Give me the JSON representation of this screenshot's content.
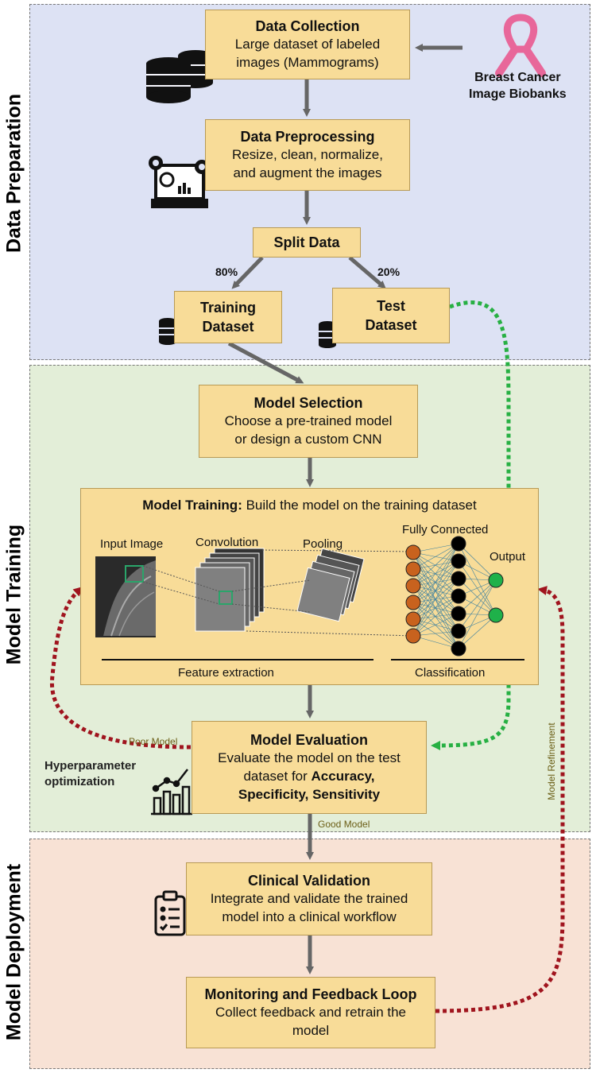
{
  "sections": {
    "data_preparation": "Data Preparation",
    "model_training": "Model Training",
    "model_deployment": "Model Deployment"
  },
  "boxes": {
    "data_collection": {
      "title": "Data Collection",
      "line1": "Large dataset of labeled",
      "line2": "images (Mammograms)"
    },
    "data_preprocessing": {
      "title": "Data Preprocessing",
      "line1": "Resize, clean, normalize,",
      "line2": "and augment the images"
    },
    "split_data": {
      "title": "Split Data"
    },
    "training_dataset": {
      "line1": "Training",
      "line2": "Dataset"
    },
    "test_dataset": {
      "line1": "Test",
      "line2": "Dataset"
    },
    "model_selection": {
      "title": "Model Selection",
      "line1": "Choose a pre-trained model",
      "line2": "or design a custom CNN"
    },
    "model_training": {
      "title": "Model Training:",
      "subtitle": " Build the model on the training dataset"
    },
    "model_evaluation": {
      "title": "Model Evaluation",
      "line1": "Evaluate the model on the test",
      "line2": "dataset for ",
      "metrics": "Accuracy,",
      "line3": "Specificity, Sensitivity"
    },
    "clinical_validation": {
      "title": "Clinical Validation",
      "line1": "Integrate and validate the trained",
      "line2": "model into a clinical workflow"
    },
    "monitoring": {
      "title": "Monitoring and Feedback Loop",
      "line1": "Collect feedback and retrain the",
      "line2": "model"
    }
  },
  "source": {
    "line1": "Breast Cancer",
    "line2": "Image Biobanks"
  },
  "split": {
    "train_pct": "80%",
    "test_pct": "20%"
  },
  "cnn": {
    "input_image": "Input Image",
    "convolution": "Convolution",
    "pooling": "Pooling",
    "fully_connected": "Fully Connected",
    "output": "Output",
    "feature_extraction": "Feature extraction",
    "classification": "Classification"
  },
  "feedback": {
    "poor_model": "Poor Model",
    "good_model": "Good Model",
    "model_refinement": "Model Refinement",
    "hyperparameter": {
      "line1": "Hyperparameter",
      "line2": "optimization"
    }
  },
  "colors": {
    "prep_bg": "#dde2f4",
    "training_bg": "#e3eed8",
    "deploy_bg": "#f8e2d5",
    "box_fill": "#f8dc98",
    "arrow_gray": "#666666",
    "dotted_red": "#a0141e",
    "dotted_green": "#27b043",
    "ribbon_pink": "#e8679a"
  },
  "icons": [
    "database-icon",
    "laptop-gears-icon",
    "ribbon-icon",
    "bar-chart-icon",
    "clipboard-icon"
  ]
}
